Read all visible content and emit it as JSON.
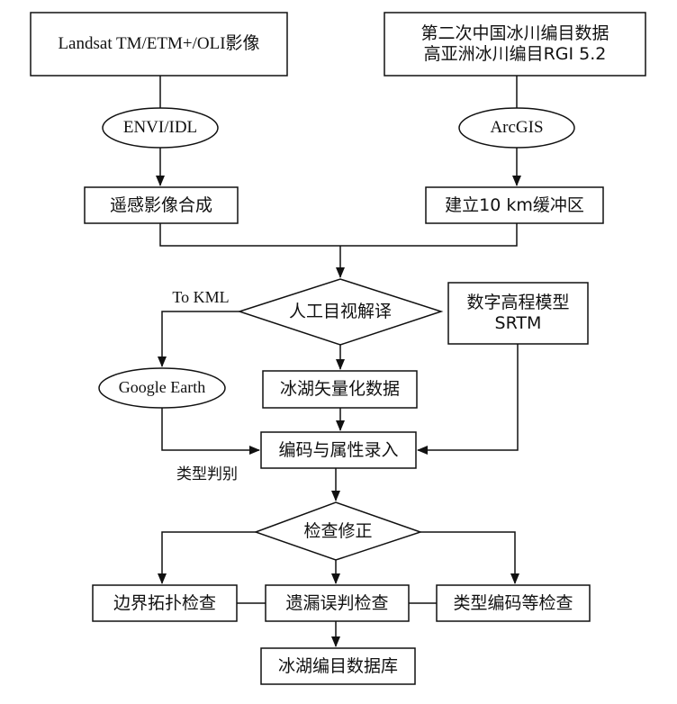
{
  "nodes": {
    "landsat": "Landsat TM/ETM+/OLI影像",
    "inventory_line1": "第二次中国冰川编目数据",
    "inventory_line2": "高亚洲冰川编目RGI 5.2",
    "envi": "ENVI/IDL",
    "arcgis": "ArcGIS",
    "composite": "遥感影像合成",
    "buffer": "建立10 km缓冲区",
    "visual_interp": "人工目视解译",
    "dem_line1": "数字高程模型",
    "dem_line2": "SRTM",
    "google_earth": "Google Earth",
    "vectorize": "冰湖矢量化数据",
    "encode": "编码与属性录入",
    "check": "检查修正",
    "topology": "边界拓扑检查",
    "omission": "遗漏误判检查",
    "type_code": "类型编码等检查",
    "database": "冰湖编目数据库"
  },
  "edge_labels": {
    "to_kml": "To KML",
    "type_discrimination": "类型判别"
  },
  "colors": {
    "stroke": "#111111",
    "background": "#ffffff"
  }
}
